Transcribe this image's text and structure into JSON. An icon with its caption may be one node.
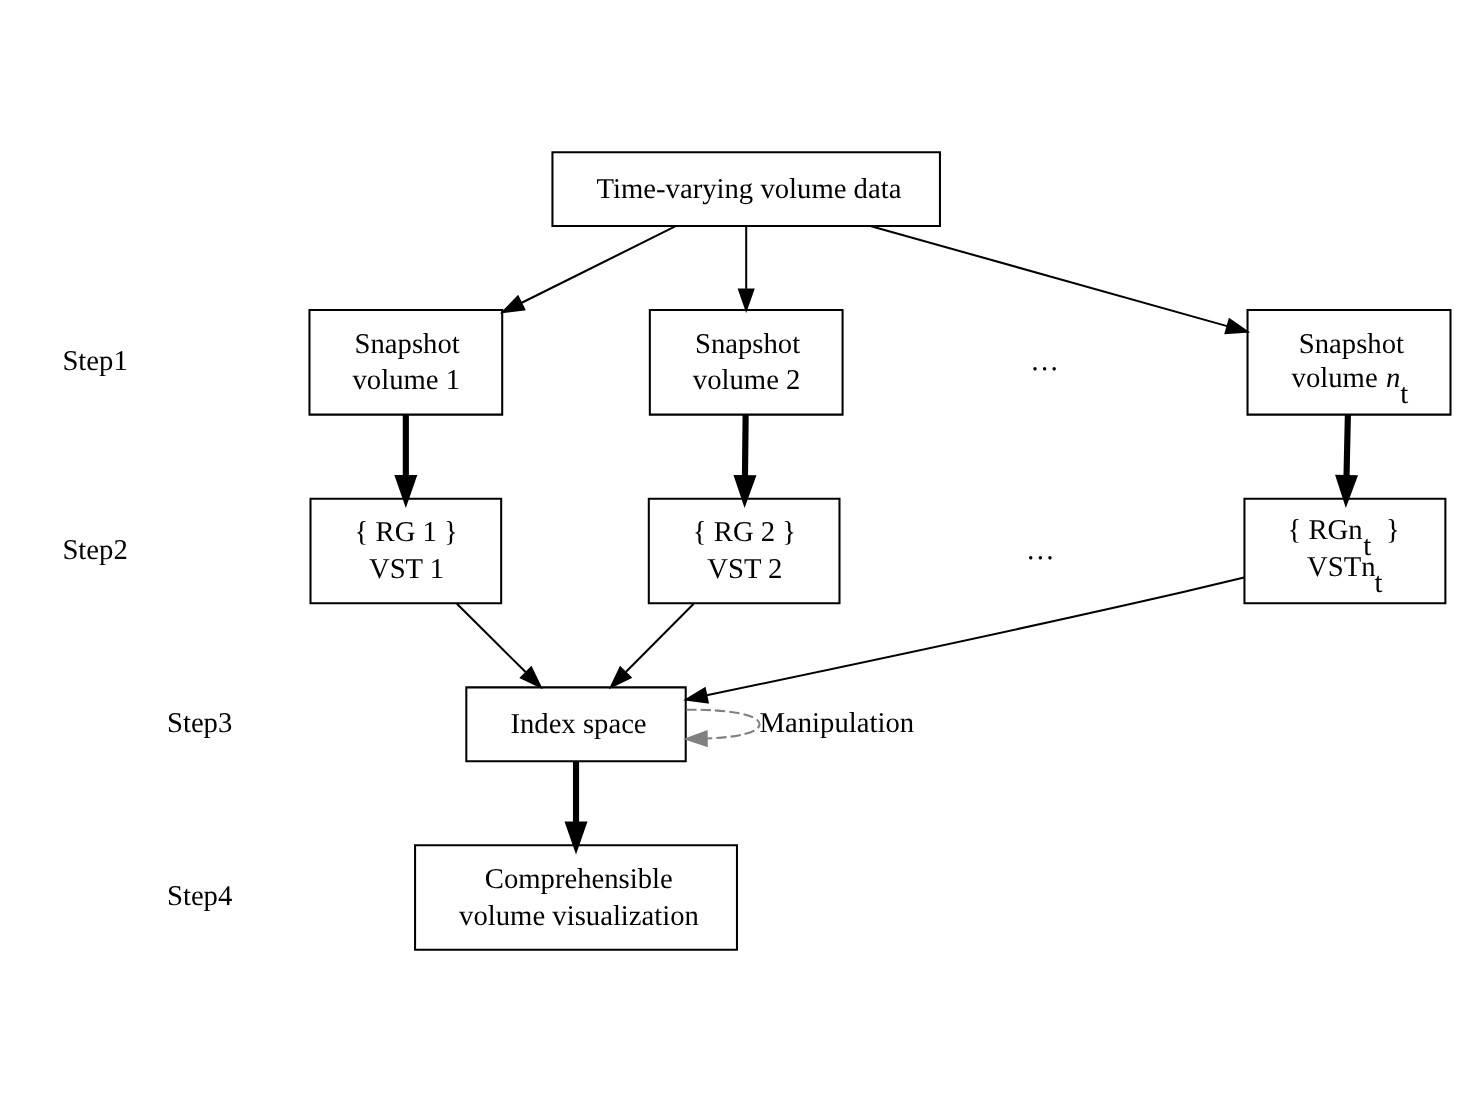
{
  "diagram": {
    "nodes": [
      {
        "text": [
          "Time-varying volume data"
        ]
      },
      {
        "text": [
          "Snapshot volume 1"
        ]
      },
      {
        "text": [
          "Snapshot volume 2"
        ]
      },
      {
        "text": [
          "Snapshot volume *n*$_{t}$"
        ]
      },
      {
        "text": [
          "{ RG 1 }",
          "VST 1"
        ]
      },
      {
        "text": [
          "{ RG 2 }",
          "VST 2"
        ]
      },
      {
        "text": [
          "{ RGn$_{t}$ }",
          "VSTn$_{t}$"
        ]
      },
      {
        "text": [
          "Index space"
        ]
      },
      {
        "text": [
          "Comprehensible volume visualization"
        ]
      }
    ],
    "edges": [
      {
        "from": 0,
        "to": 1,
        "arrow": "to"
      },
      {
        "from": 0,
        "to": 2,
        "arrow": "to"
      },
      {
        "from": 0,
        "to": 3,
        "arrow": "to"
      },
      {
        "from": 1,
        "to": 4,
        "arrow": "to",
        "style": "thick"
      },
      {
        "from": 2,
        "to": 5,
        "arrow": "to",
        "style": "thick"
      },
      {
        "from": 3,
        "to": 6,
        "arrow": "to",
        "style": "thick"
      },
      {
        "from": 4,
        "to": 7,
        "arrow": "to"
      },
      {
        "from": 5,
        "to": 7,
        "arrow": "to"
      },
      {
        "from": 6,
        "to": 7,
        "arrow": "to"
      },
      {
        "from": 7,
        "to": 8,
        "arrow": "to",
        "style": "thick"
      },
      {
        "from": 7,
        "to": 7,
        "arrow": "to",
        "label": "Manipulation",
        "style": "dashed",
        "color": "#808080"
      }
    ],
    "labels": [
      "Step1",
      "…",
      "Step2",
      "…",
      "Step3",
      "Step4"
    ]
  }
}
